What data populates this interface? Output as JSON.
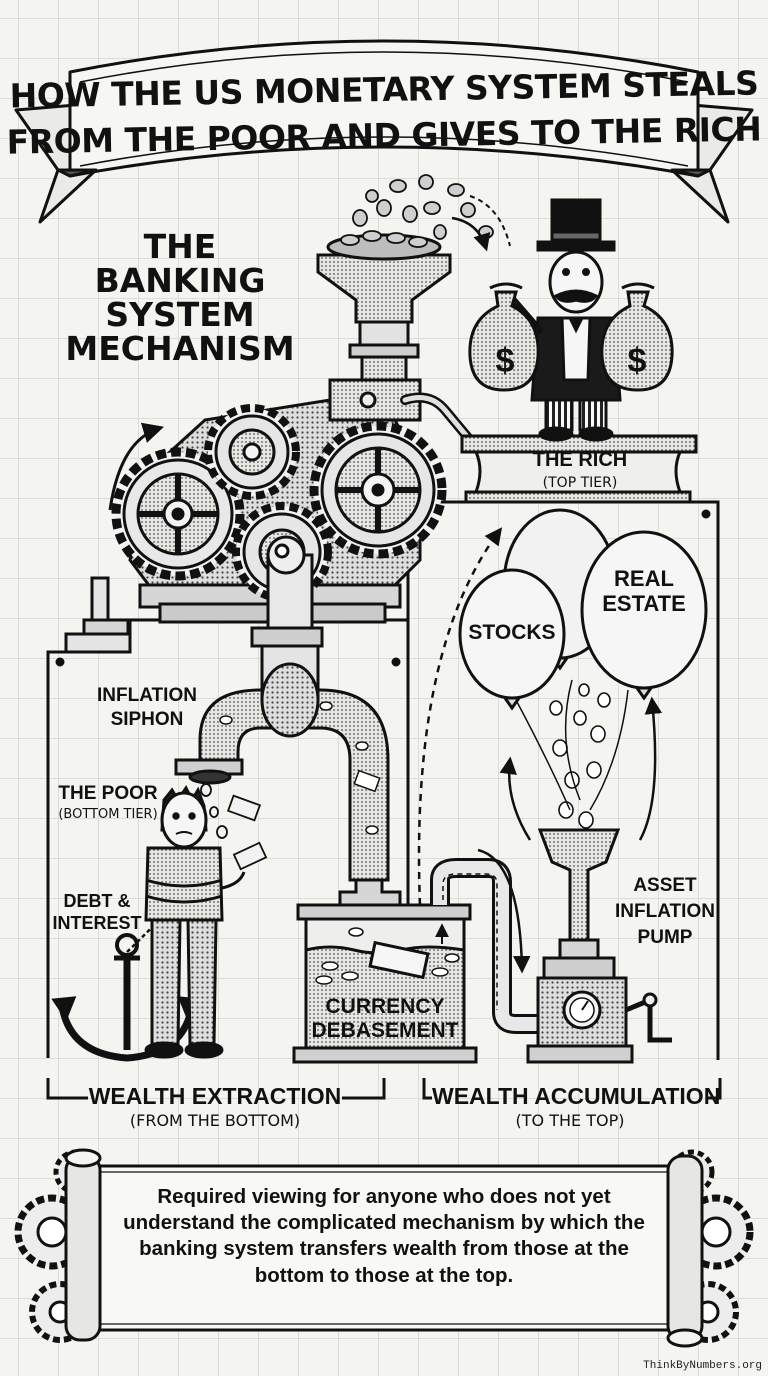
{
  "title": {
    "line1": "HOW THE US MONETARY SYSTEM STEALS",
    "line2": "FROM THE POOR AND GIVES TO THE RICH"
  },
  "mechanism": {
    "line1": "THE",
    "line2": "BANKING",
    "line3": "SYSTEM",
    "line4": "MECHANISM"
  },
  "labels": {
    "rich": "THE RICH",
    "rich_sub": "(TOP TIER)",
    "stocks": "STOCKS",
    "real_estate_1": "REAL",
    "real_estate_2": "ESTATE",
    "inflation_siphon_1": "INFLATION",
    "inflation_siphon_2": "SIPHON",
    "poor": "THE POOR",
    "poor_sub": "(BOTTOM TIER)",
    "debt_1": "DEBT &",
    "debt_2": "INTEREST",
    "currency_1": "CURRENCY",
    "currency_2": "DEBASEMENT",
    "asset_1": "ASSET",
    "asset_2": "INFLATION",
    "asset_3": "PUMP",
    "dollar": "$"
  },
  "sections": {
    "extraction": "WEALTH EXTRACTION",
    "extraction_sub": "(FROM THE BOTTOM)",
    "accumulation": "WEALTH ACCUMULATION",
    "accumulation_sub": "(TO THE TOP)"
  },
  "caption": "Required viewing for anyone who does not yet understand the complicated mechanism by which the banking system transfers wealth from those at the bottom to those at the top.",
  "watermark": "ThinkByNumbers.org",
  "colors": {
    "ink": "#111111",
    "paper": "#f4f4f1",
    "grid": "#dcdcd8",
    "shade": "#9a9a9a",
    "metal": "#d8d8d8"
  }
}
